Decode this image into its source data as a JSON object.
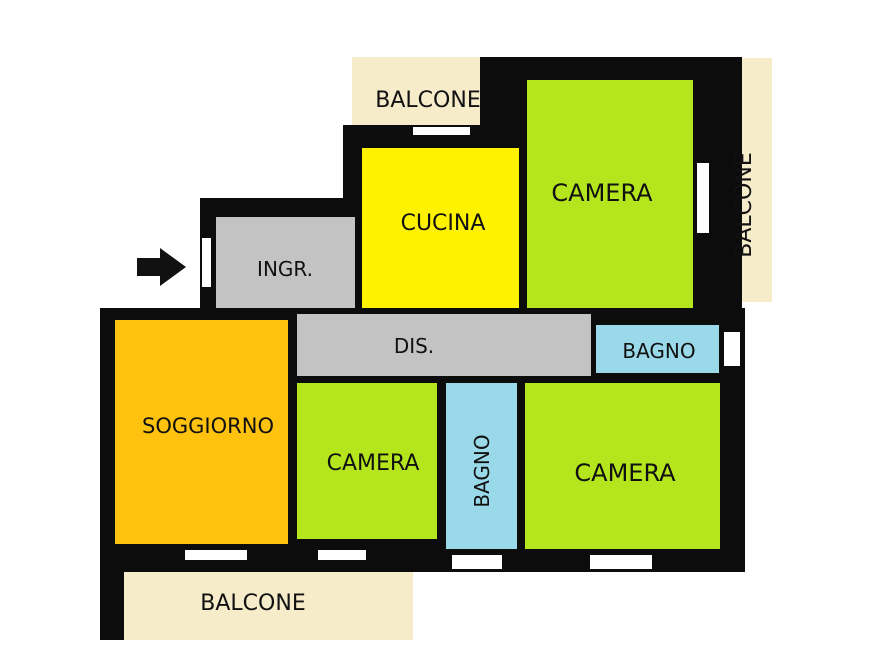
{
  "colors": {
    "wall": "#0c0c0c",
    "balcony": "#f6ecca",
    "entrance": "#c3c3c3",
    "corridor": "#c3c3c3",
    "kitchen": "#fff200",
    "bedroom": "#b5e61d",
    "bathroom": "#99d9ea",
    "living": "#ffc20e",
    "window": "#ffffff",
    "arrow": "#111111"
  },
  "entry_arrow": {
    "icon": "arrow-right-icon"
  },
  "rooms": {
    "balcony_top": {
      "label": "BALCONE"
    },
    "kitchen": {
      "label": "CUCINA"
    },
    "bedroom_top": {
      "label": "CAMERA"
    },
    "balcony_right": {
      "label": "BALCONE"
    },
    "entrance": {
      "label": "INGR."
    },
    "corridor": {
      "label": "DIS."
    },
    "bathroom_right": {
      "label": "BAGNO"
    },
    "living_room": {
      "label": "SOGGIORNO"
    },
    "bedroom_middle": {
      "label": "CAMERA"
    },
    "bathroom_small": {
      "label": "BAGNO"
    },
    "bedroom_right": {
      "label": "CAMERA"
    },
    "balcony_bottom": {
      "label": "BALCONE"
    }
  }
}
